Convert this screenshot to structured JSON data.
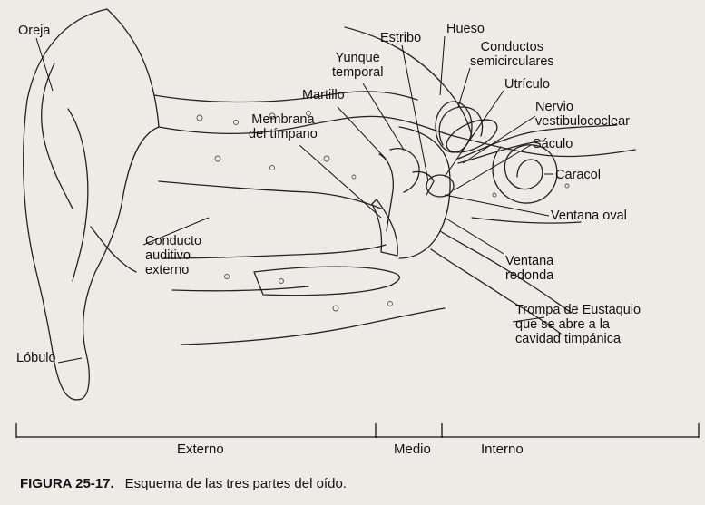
{
  "labels": {
    "oreja": "Oreja",
    "lobulo": "Lóbulo",
    "conducto_l1": "Conducto",
    "conducto_l2": "auditivo",
    "conducto_l3": "externo",
    "membrana_l1": "Membrana",
    "membrana_l2": "del tímpano",
    "martillo": "Martillo",
    "yunque_l1": "Yunque",
    "yunque_l2": "temporal",
    "estribo": "Estribo",
    "hueso": "Hueso",
    "conductos_l1": "Conductos",
    "conductos_l2": "semicirculares",
    "utriculo": "Utrículo",
    "nervio_l1": "Nervio",
    "nervio_l2": "vestibulococlear",
    "saculo": "Sáculo",
    "caracol": "Caracol",
    "ventana_oval": "Ventana oval",
    "ventana_red_l1": "Ventana",
    "ventana_red_l2": "redonda",
    "trompa_l1": "Trompa de Eustaquio",
    "trompa_l2": "que se abre a la",
    "trompa_l3": "cavidad timpánica"
  },
  "sections": {
    "externo": "Externo",
    "medio": "Medio",
    "interno": "Interno"
  },
  "caption": {
    "figure": "FIGURA 25-17.",
    "text": "Esquema de las tres partes del oído."
  }
}
